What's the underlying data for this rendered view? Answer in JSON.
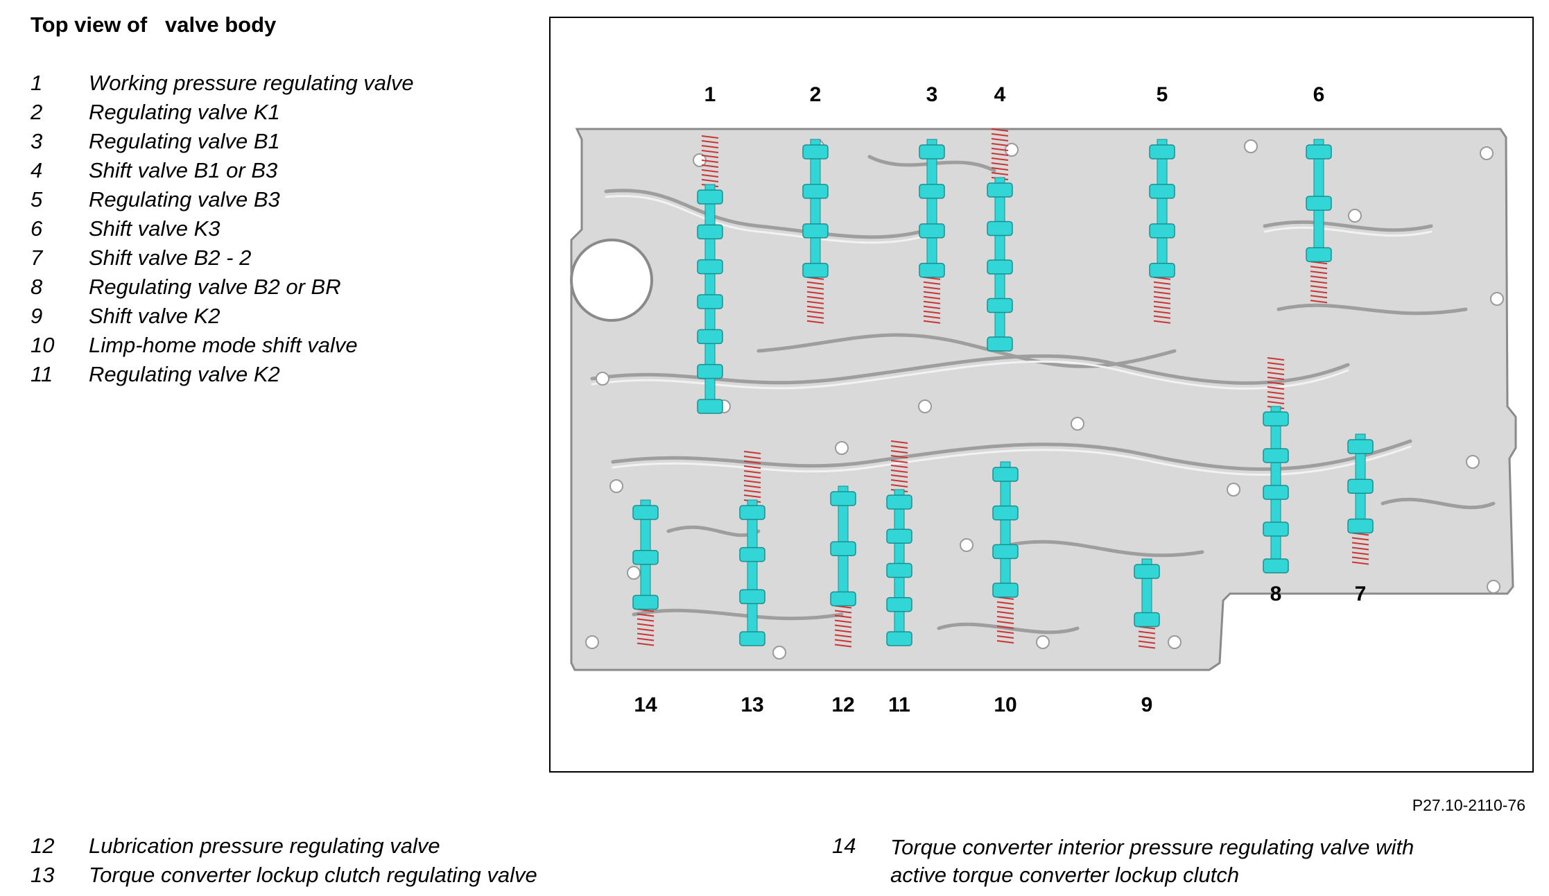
{
  "title": "Top view of   valve body",
  "legend": [
    {
      "num": "1",
      "label": "Working pressure regulating valve"
    },
    {
      "num": "2",
      "label": "Regulating valve K1"
    },
    {
      "num": "3",
      "label": "Regulating valve B1"
    },
    {
      "num": "4",
      "label": "Shift valve B1 or B3"
    },
    {
      "num": "5",
      "label": "Regulating valve B3"
    },
    {
      "num": "6",
      "label": "Shift valve K3"
    },
    {
      "num": "7",
      "label": "Shift valve B2 - 2"
    },
    {
      "num": "8",
      "label": "Regulating valve B2 or BR"
    },
    {
      "num": "9",
      "label": "Shift valve K2"
    },
    {
      "num": "10",
      "label": "Limp-home mode shift valve"
    },
    {
      "num": "11",
      "label": "Regulating valve K2"
    }
  ],
  "bottom_legend_left": [
    {
      "num": "12",
      "label": "Lubrication pressure regulating valve"
    },
    {
      "num": "13",
      "label": "Torque converter lockup clutch regulating valve"
    }
  ],
  "bottom_legend_right": {
    "num": "14",
    "label_line1": "Torque converter interior pressure regulating valve with",
    "label_line2": "active torque converter lockup clutch"
  },
  "diagram": {
    "callouts_top": [
      "1",
      "2",
      "3",
      "4",
      "5",
      "6"
    ],
    "callouts_bottom": [
      "14",
      "13",
      "12",
      "11",
      "10",
      "9"
    ],
    "callouts_side": [
      "8",
      "7"
    ],
    "figure_code": "P27.10-2110-76",
    "colors": {
      "plate": "#d9d9d9",
      "plate_edge": "#8a8a8a",
      "valve": "#33d6d6",
      "valve_edge": "#1a8f8f",
      "spring": "#cc3333"
    }
  }
}
